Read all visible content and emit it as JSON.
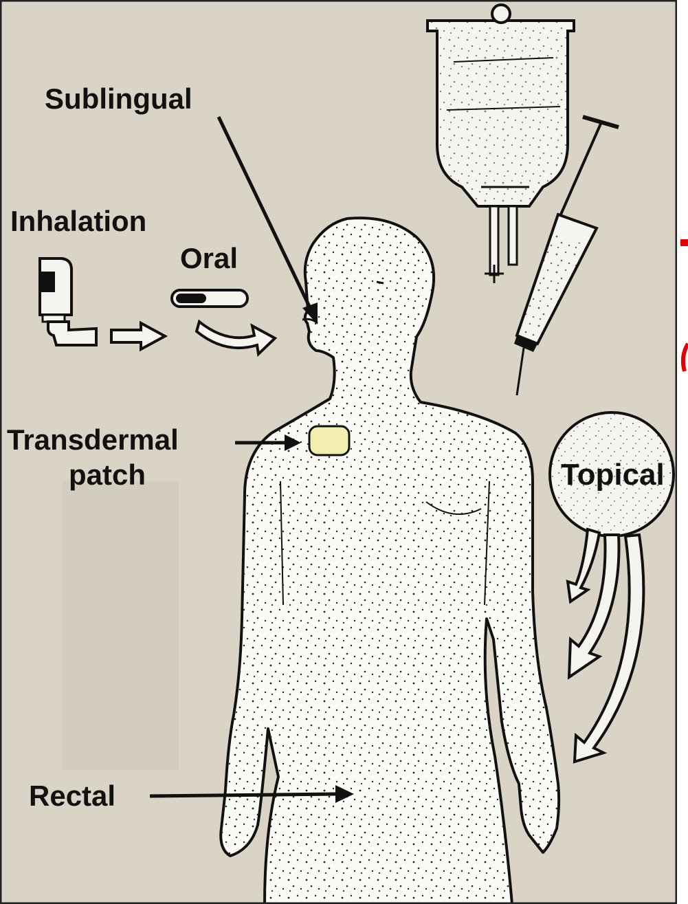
{
  "labels": {
    "sublingual": "Sublingual",
    "inhalation": "Inhalation",
    "oral": "Oral",
    "transdermal_line1": "Transdermal",
    "transdermal_line2": "patch",
    "topical": "Topical",
    "rectal": "Rectal"
  },
  "colors": {
    "paper": "#d9d4c6",
    "body_fill": "#fbfbf6",
    "ink": "#111111",
    "patch": "#f2eeb0",
    "red_text": "#e20000",
    "slide_background": "#ffffff"
  }
}
